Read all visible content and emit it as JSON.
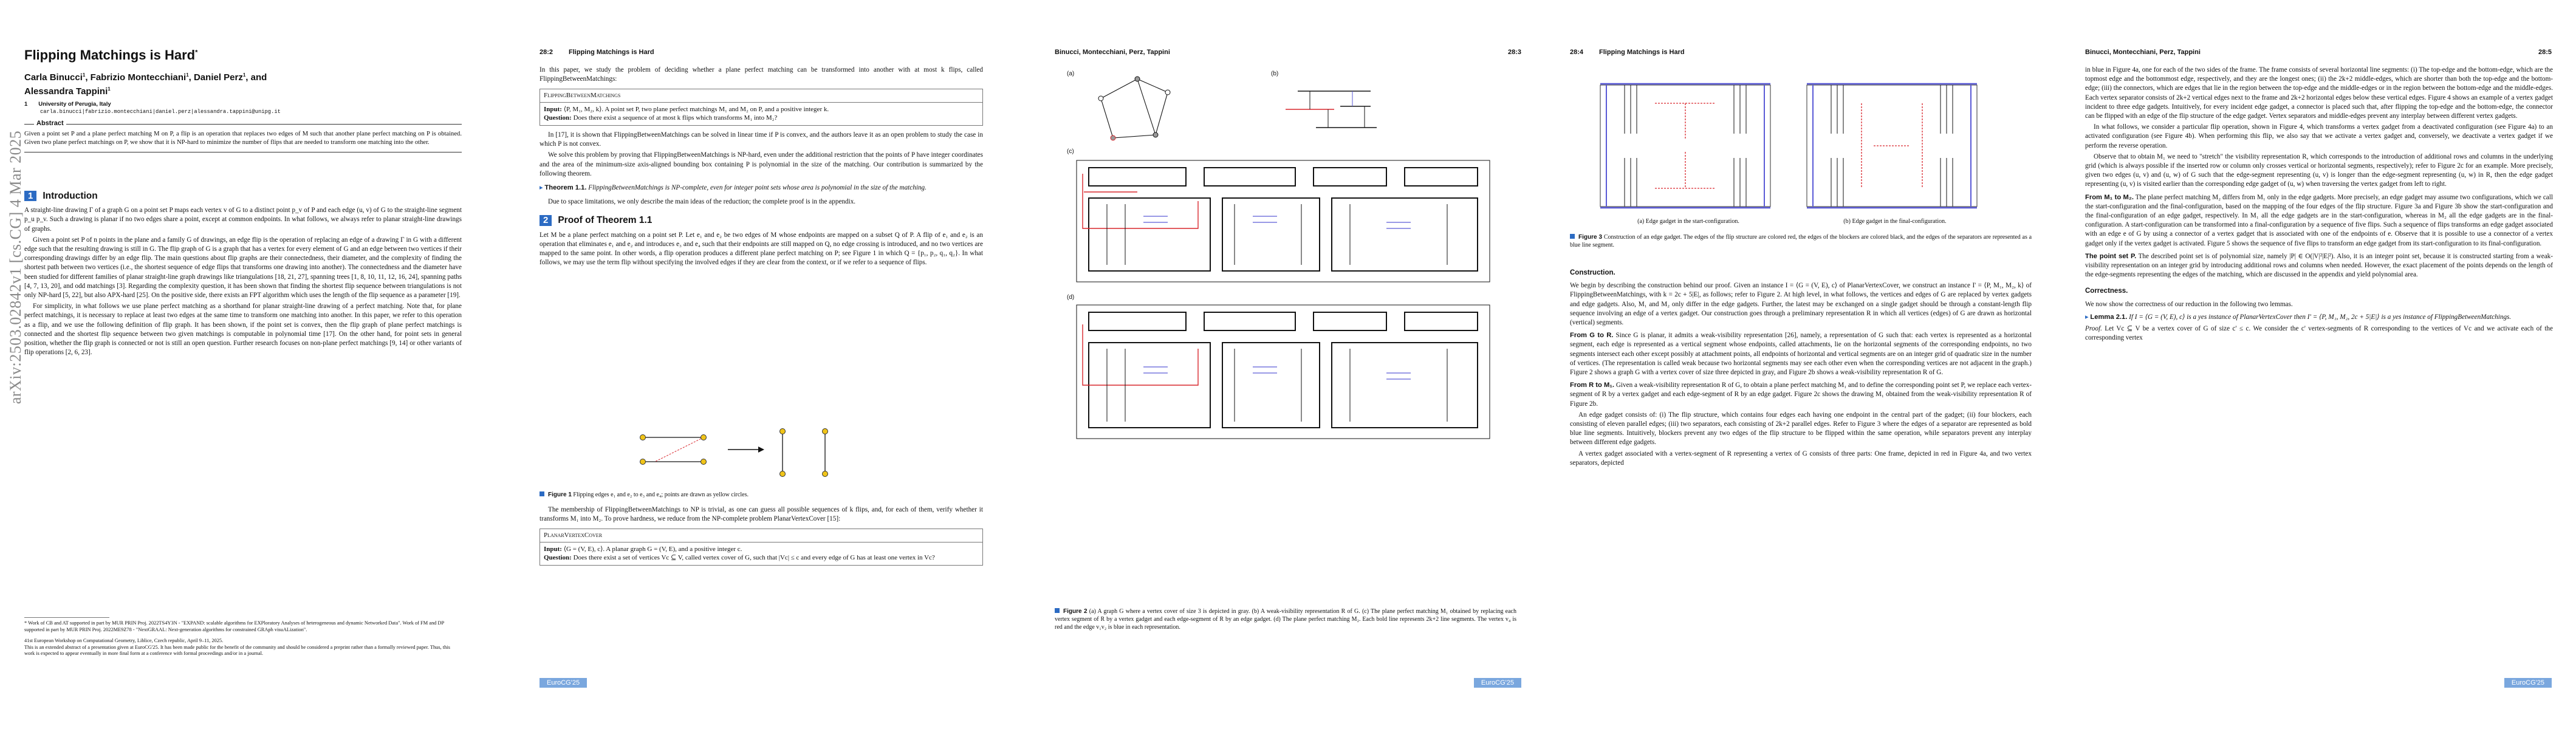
{
  "arxiv_stamp": "arXiv:2503.02842v1  [cs.CG]  4 Mar 2025",
  "title": "Flipping Matchings is Hard",
  "title_mark": "*",
  "authors_line1": "Carla Binucci",
  "authors_line1b": ", Fabrizio Montecchiani",
  "authors_line1c": ", Daniel Perz",
  "authors_line1d": ", and",
  "authors_line2": "Alessandra Tappini",
  "author_sup": "1",
  "affil_num": "1",
  "affil_name": "University of Perugia, Italy",
  "affil_email": "carla.binucci|fabrizio.montecchiani|daniel.perz|alessandra.tappini@unipg.it",
  "abstract_head": "Abstract",
  "abstract": "Given a point set P and a plane perfect matching M on P, a flip is an operation that replaces two edges of M such that another plane perfect matching on P is obtained. Given two plane perfect matchings on P, we show that it is NP-hard to minimize the number of flips that are needed to transform one matching into the other.",
  "intro_num": "1",
  "intro_title": "Introduction",
  "intro_p1": "A straight-line drawing Γ of a graph G on a point set P maps each vertex v of G to a distinct point p_v of P and each edge (u, v) of G to the straight-line segment p_u p_v. Such a drawing is planar if no two edges share a point, except at common endpoints. In what follows, we always refer to planar straight-line drawings of graphs.",
  "intro_p2": "Given a point set P of n points in the plane and a family G of drawings, an edge flip is the operation of replacing an edge of a drawing Γ in G with a different edge such that the resulting drawing is still in G. The flip graph of G is a graph that has a vertex for every element of G and an edge between two vertices if their corresponding drawings differ by an edge flip. The main questions about flip graphs are their connectedness, their diameter, and the complexity of finding the shortest path between two vertices (i.e., the shortest sequence of edge flips that transforms one drawing into another). The connectedness and the diameter have been studied for different families of planar straight-line graph drawings like triangulations [18, 21, 27], spanning trees [1, 8, 10, 11, 12, 16, 24], spanning paths [4, 7, 13, 20], and odd matchings [3]. Regarding the complexity question, it has been shown that finding the shortest flip sequence between triangulations is not only NP-hard [5, 22], but also APX-hard [25]. On the positive side, there exists an FPT algorithm which uses the length of the flip sequence as a parameter [19].",
  "intro_p3": "For simplicity, in what follows we use plane perfect matching as a shorthand for planar straight-line drawing of a perfect matching. Note that, for plane perfect matchings, it is necessary to replace at least two edges at the same time to transform one matching into another. In this paper, we refer to this operation as a flip, and we use the following definition of flip graph. It has been shown, if the point set is convex, then the flip graph of plane perfect matchings is connected and the shortest flip sequence between two given matchings is computable in polynomial time [17]. On the other hand, for point sets in general position, whether the flip graph is connected or not is still an open question. Further research focuses on non-plane perfect matchings [9, 14] or other variants of flip operations [2, 6, 23].",
  "footnote1": "* Work of CB and AT supported in part by MUR PRIN Proj. 2022TS4Y3N - \"EXPAND: scalable algorithms for EXPloratory Analyses of heterogeneous and dynamic Networked Data\". Work of FM and DP supported in part by MUR PRIN Proj. 2022ME9Z78 - \"NextGRAAL: Next-generation algorithms for constrained GRAph visuALization\".",
  "footnote2": "41st European Workshop on Computational Geometry, Liblice, Czech republic, April 9–11, 2025.",
  "footnote3": "This is an extended abstract of a presentation given at EuroCG'25. It has been made public for the benefit of the community and should be considered a preprint rather than a formally reviewed paper. Thus, this work is expected to appear eventually in more final form at a conference with formal proceedings and/or in a journal.",
  "p2_num": "28:2",
  "p2_title": "Flipping Matchings is Hard",
  "p2_para1": "In this paper, we study the problem of deciding whether a plane perfect matching can be transformed into another with at most k flips, called FlippingBetweenMatchings:",
  "box1_title": "FlippingBetweenMatchings",
  "box1_input": "⟨P, M₁, M₂, k⟩. A point set P, two plane perfect matchings M₁ and M₂ on P, and a positive integer k.",
  "box1_question": "Does there exist a sequence of at most k flips which transforms M₁ into M₂?",
  "box_input_lbl": "Input:",
  "box_question_lbl": "Question:",
  "p2_para2": "In [17], it is shown that FlippingBetweenMatchings can be solved in linear time if P is convex, and the authors leave it as an open problem to study the case in which P is not convex.",
  "p2_para3": "We solve this problem by proving that FlippingBetweenMatchings is NP-hard, even under the additional restriction that the points of P have integer coordinates and the area of the minimum-size axis-aligned bounding box containing P is polynomial in the size of the matching. Our contribution is summarized by the following theorem.",
  "thm_label": "Theorem 1.1.",
  "thm_text": "FlippingBetweenMatchings is NP-complete, even for integer point sets whose area is polynomial in the size of the matching.",
  "p2_para4": "Due to space limitations, we only describe the main ideas of the reduction; the complete proof is in the appendix.",
  "sec2_num": "2",
  "sec2_title": "Proof of Theorem 1.1",
  "p2_para5": "Let M be a plane perfect matching on a point set P. Let e₁ and e₂ be two edges of M whose endpoints are mapped on a subset Q of P. A flip of e₁ and e₂ is an operation that eliminates e₁ and e₂ and introduces e₃ and e₄ such that their endpoints are still mapped on Q, no edge crossing is introduced, and no two vertices are mapped to the same point. In other words, a flip operation produces a different plane perfect matching on P; see Figure 1 in which Q = {p₁, p₂, q₁, q₂}. In what follows, we may use the term flip without specifying the involved edges if they are clear from the context, or if we refer to a sequence of flips.",
  "fig1_caption_lbl": "Figure 1",
  "fig1_caption": "Flipping edges e₁ and e₂ to e₃ and e₄; points are drawn as yellow circles.",
  "p2_para6": "The membership of FlippingBetweenMatchings to NP is trivial, as one can guess all possible sequences of k flips, and, for each of them, verify whether it transforms M₁ into M₂. To prove hardness, we reduce from the NP-complete problem PlanarVertexCover [15]:",
  "box2_title": "PlanarVertexCover",
  "box2_input": "⟨G = (V, E), c⟩. A planar graph G = (V, E), and a positive integer c.",
  "box2_question": "Does there exist a set of vertices Vc ⊆ V, called vertex cover of G, such that |Vc| ≤ c and every edge of G has at least one vertex in Vc?",
  "p3_num": "28:3",
  "p3_authors": "Binucci, Montecchiani, Perz, Tappini",
  "fig2_a": "(a)",
  "fig2_b": "(b)",
  "fig2_c": "(c)",
  "fig2_d": "(d)",
  "fig2_caption_lbl": "Figure 2",
  "fig2_caption": "(a) A graph G where a vertex cover of size 3 is depicted in gray. (b) A weak-visibility representation R of G. (c) The plane perfect matching M₁ obtained by replacing each vertex segment of R by a vertex gadget and each edge-segment of R by an edge gadget. (d) The plane perfect matching M₂. Each bold line represents 2k+2 line segments. The vertex v₄ is red and the edge v₁v₂ is blue in each representation.",
  "p4_num": "28:4",
  "p4_title": "Flipping Matchings is Hard",
  "fig3a_caption": "(a) Edge gadget in the start-configuration.",
  "fig3b_caption": "(b) Edge gadget in the final-configuration.",
  "fig3_caption_lbl": "Figure 3",
  "fig3_caption": "Construction of an edge gadget. The edges of the flip structure are colored red, the edges of the blockers are colored black, and the edges of the separators are represented as a blue line segment.",
  "construction_head": "Construction.",
  "p4_para1": "We begin by describing the construction behind our proof. Given an instance I = ⟨G = (V, E), c⟩ of PlanarVertexCover, we construct an instance I' = ⟨P, M₁, M₂, k⟩ of FlippingBetweenMatchings, with k = 2c + 5|E|, as follows; refer to Figure 2. At high level, in what follows, the vertices and edges of G are replaced by vertex gadgets and edge gadgets. Also, M₁ and M₂ only differ in the edge gadgets. Further, the latest may be exchanged on a single gadget should be through a constant-length flip sequence involving an edge of a vertex gadget. Our construction goes through a preliminary representation R in which all vertices (edges) of G are drawn as horizontal (vertical) segments.",
  "from_g_head": "From G to R.",
  "p4_para2": "Since G is planar, it admits a weak-visibility representation [26], namely, a representation of G such that: each vertex is represented as a horizontal segment, each edge is represented as a vertical segment whose endpoints, called attachments, lie on the horizontal segments of the corresponding endpoints, no two segments intersect each other except possibly at attachment points, all endpoints of horizontal and vertical segments are on an integer grid of quadratic size in the number of vertices. (The representation is called weak because two horizontal segments may see each other even when the corresponding vertices are not adjacent in the graph.) Figure 2 shows a graph G with a vertex cover of size three depicted in gray, and Figure 2b shows a weak-visibility representation R of G.",
  "from_r_head": "From R to M₁.",
  "p4_para3": "Given a weak-visibility representation R of G, to obtain a plane perfect matching M₁ and to define the corresponding point set P, we replace each vertex-segment of R by a vertex gadget and each edge-segment of R by an edge gadget. Figure 2c shows the drawing M₁ obtained from the weak-visibility representation R of Figure 2b.",
  "p4_para4": "An edge gadget consists of: (i) The flip structure, which contains four edges each having one endpoint in the central part of the gadget; (ii) four blockers, each consisting of eleven parallel edges; (iii) two separators, each consisting of 2k+2 parallel edges. Refer to Figure 3 where the edges of a separator are represented as bold blue line segments. Intuitively, blockers prevent any two edges of the flip structure to be flipped within the same operation, while separators prevent any interplay between different edge gadgets.",
  "p4_para5": "A vertex gadget associated with a vertex-segment of R representing a vertex of G consists of three parts: One frame, depicted in red in Figure 4a, and two vertex separators, depicted",
  "p5_num": "28:5",
  "p5_authors": "Binucci, Montecchiani, Perz, Tappini",
  "p5_para1": "in blue in Figure 4a, one for each of the two sides of the frame. The frame consists of several horizontal line segments: (i) The top-edge and the bottom-edge, which are the topmost edge and the bottommost edge, respectively, and they are the longest ones; (ii) the 2k+2 middle-edges, which are shorter than both the top-edge and the bottom-edge; (iii) the connectors, which are edges that lie in the region between the top-edge and the middle-edges or in the region between the bottom-edge and the middle-edges. Each vertex separator consists of 2k+2 vertical edges next to the frame and 2k+2 horizontal edges below these vertical edges. Figure 4 shows an example of a vertex gadget incident to three edge gadgets. Intuitively, for every incident edge gadget, a connector is placed such that, after flipping the top-edge and the bottom-edge, the connector can be flipped with an edge of the flip structure of the edge gadget. Vertex separators and middle-edges prevent any interplay between different vertex gadgets.",
  "p5_para2": "In what follows, we consider a particular flip operation, shown in Figure 4, which transforms a vertex gadget from a deactivated configuration (see Figure 4a) to an activated configuration (see Figure 4b). When performing this flip, we also say that we activate a vertex gadget and, conversely, we deactivate a vertex gadget if we perform the reverse operation.",
  "p5_para3": "Observe that to obtain M₁ we need to \"stretch\" the visibility representation R, which corresponds to the introduction of additional rows and columns in the underlying grid (which is always possible if the inserted row or column only crosses vertical or horizontal segments, respectively); refer to Figure 2c for an example. More precisely, given two edges (u, v) and (u, w) of G such that the edge-segment representing (u, v) is longer than the edge-segment representing (u, w) in R, then the edge gadget representing (u, v) is visited earlier than the corresponding edge gadget of (u, w) when traversing the vertex gadget from left to right.",
  "from_m1_head": "From M₁ to M₂.",
  "p5_para4": "The plane perfect matching M₂ differs from M₁ only in the edge gadgets. More precisely, an edge gadget may assume two configurations, which we call the start-configuration and the final-configuration, based on the mapping of the four edges of the flip structure. Figure 3a and Figure 3b show the start-configuration and the final-configuration of an edge gadget, respectively. In M₁ all the edge gadgets are in the start-configuration, whereas in M₂ all the edge gadgets are in the final-configuration. A start-configuration can be transformed into a final-configuration by a sequence of five flips. Such a sequence of flips transforms an edge gadget associated with an edge e of G by using a connector of a vertex gadget that is associated with one of the endpoints of e. Observe that it is possible to use a connector of a vertex gadget only if the vertex gadget is activated. Figure 5 shows the sequence of five flips to transform an edge gadget from its start-configuration to its final-configuration.",
  "point_set_head": "The point set P.",
  "p5_para5": "The described point set is of polynomial size, namely |P| ∈ O(|V|²|E|²). Also, it is an integer point set, because it is constructed starting from a weak-visibility representation on an integer grid by introducing additional rows and columns when needed. However, the exact placement of the points depends on the length of the edge-segments representing the edges of the matching, which are discussed in the appendix and yield polynomial area.",
  "correctness_head": "Correctness.",
  "p5_para6": "We now show the correctness of our reduction in the following two lemmas.",
  "lemma_label": "Lemma 2.1.",
  "lemma_text": "If I = ⟨G = (V, E), c⟩ is a yes instance of PlanarVertexCover then I' = ⟨P, M₁, M₂, 2c + 5|E|⟩ is a yes instance of FlippingBetweenMatchings.",
  "proof_label": "Proof.",
  "p5_para7": "Let Vc ⊆ V be a vertex cover of G of size c' ≤ c. We consider the c' vertex-segments of R corresponding to the vertices of Vc and we activate each of the corresponding vertex",
  "badge": "EuroCG'25",
  "colors": {
    "accent": "#2c6bc3",
    "badge": "#7aa7de",
    "flip_red": "#d9262c",
    "separator_blue": "#5a5ad6",
    "point_yellow": "#f0c419"
  }
}
